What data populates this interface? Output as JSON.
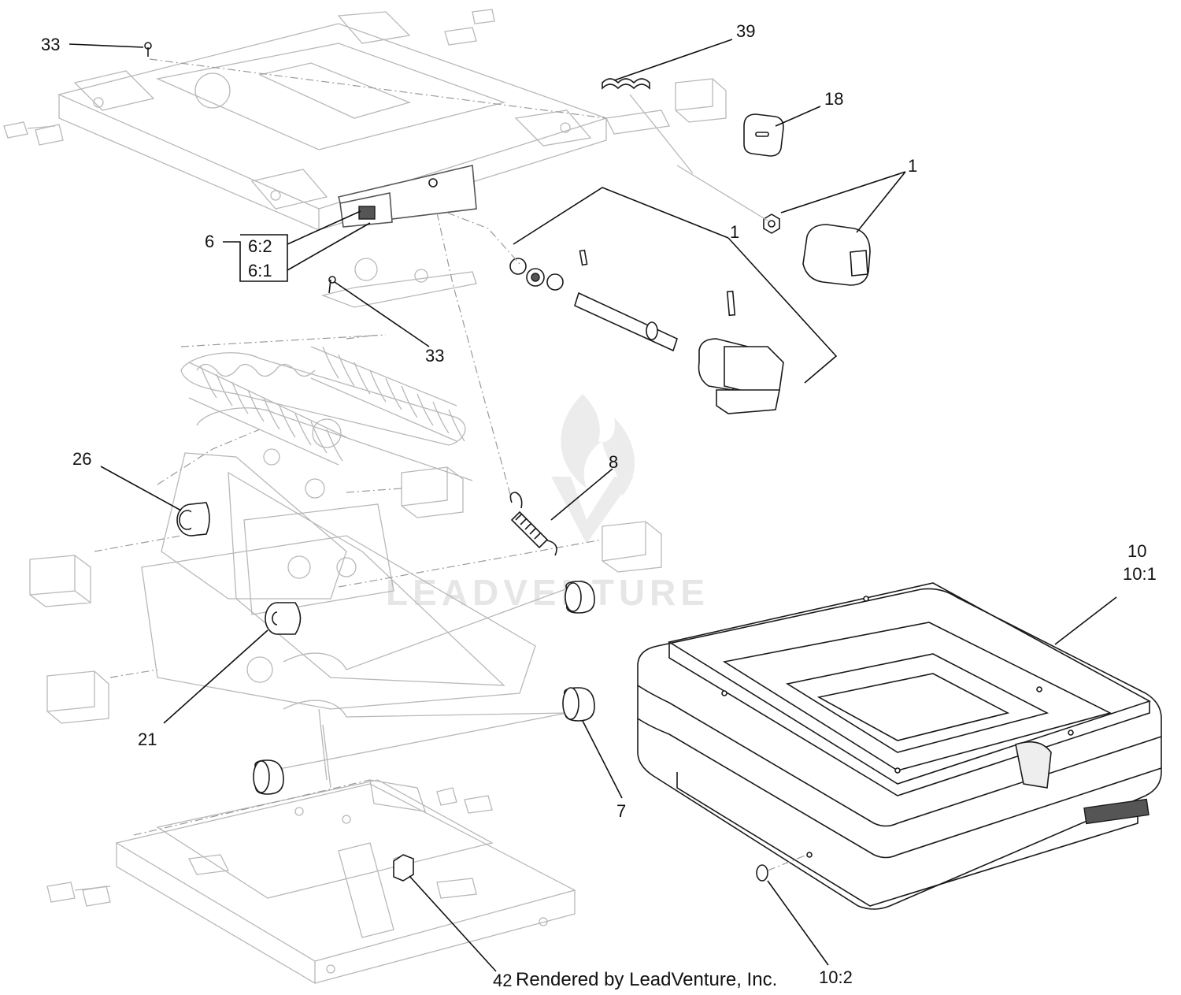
{
  "callouts": {
    "c33_top": "33",
    "c39": "39",
    "c18": "18",
    "c1_right": "1",
    "c1_mid": "1",
    "c6": "6",
    "c6_2": "6:2",
    "c6_1": "6:1",
    "c33_mid": "33",
    "c26": "26",
    "c8": "8",
    "c10": "10",
    "c10_1": "10:1",
    "c21": "21",
    "c7": "7",
    "c42": "42",
    "c10_2": "10:2"
  },
  "footer": {
    "credit": "Rendered by LeadVenture, Inc."
  },
  "watermark": {
    "text": "LEADVENTURE"
  }
}
